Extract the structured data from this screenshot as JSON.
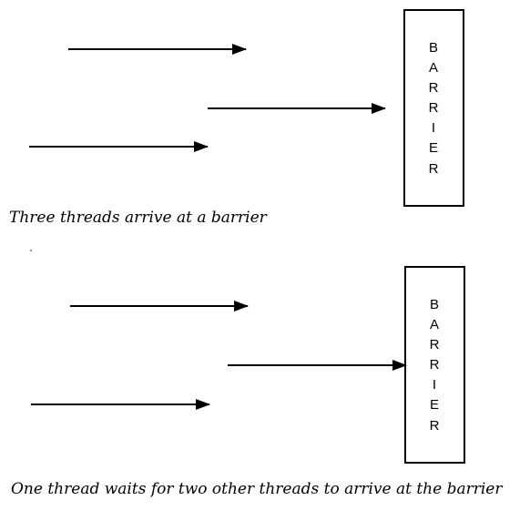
{
  "diagrams": [
    {
      "barrier_letters": [
        "B",
        "A",
        "R",
        "R",
        "I",
        "E",
        "R"
      ],
      "caption": "Three threads arrive at a barrier"
    },
    {
      "barrier_letters": [
        "B",
        "A",
        "R",
        "R",
        "I",
        "E",
        "R"
      ],
      "caption": "One thread waits for two other threads to arrive at the barrier"
    }
  ]
}
